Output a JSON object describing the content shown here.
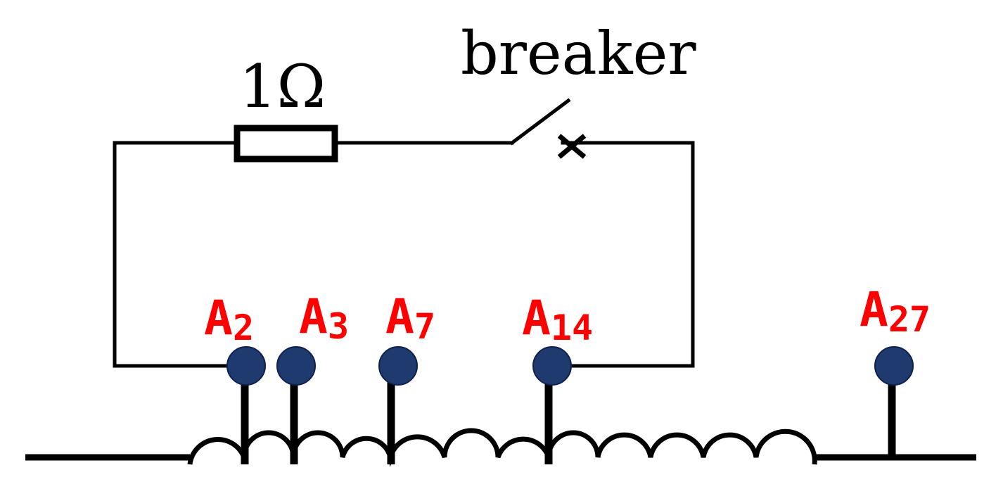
{
  "labels": {
    "resistor": "1Ω",
    "breaker": "breaker"
  },
  "taps": [
    {
      "main": "A",
      "sub": "2"
    },
    {
      "main": "A",
      "sub": "3"
    },
    {
      "main": "A",
      "sub": "7"
    },
    {
      "main": "A",
      "sub": "14"
    },
    {
      "main": "A",
      "sub": "27"
    }
  ],
  "colors": {
    "tap_label": "#ff0000",
    "tap_dot": "#1f3a6e",
    "wire": "#000000"
  }
}
